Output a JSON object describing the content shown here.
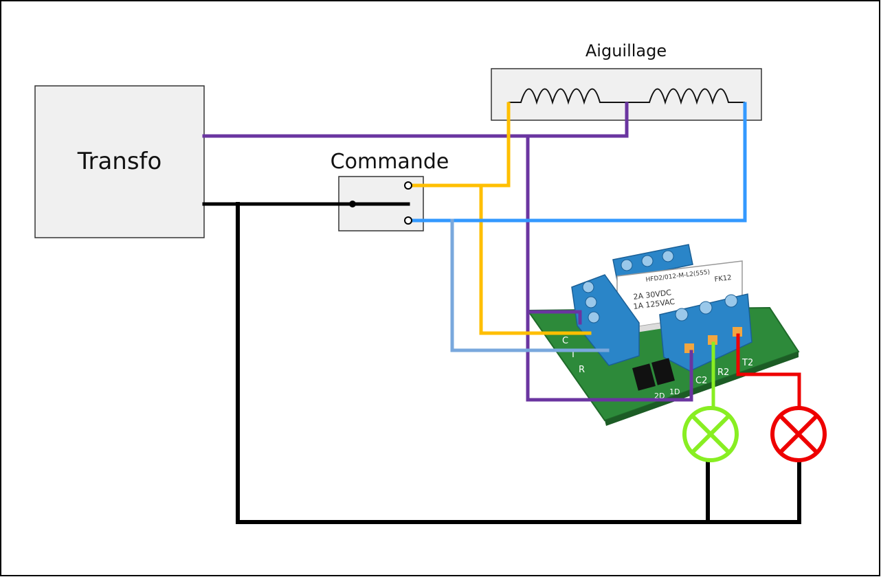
{
  "labels": {
    "transfo": "Transfo",
    "commande": "Commande",
    "aiguillage": "Aiguillage"
  },
  "relay": {
    "line1": "HFD2/012-M-L2(555)",
    "line2": "2A 30VDC",
    "line3": "1A 125VAC",
    "line4": "FK12"
  },
  "pcb_pins": {
    "c": "C",
    "t": "T",
    "r": "R",
    "c2": "C2",
    "r2": "R2",
    "t2": "T2",
    "d1": "1D",
    "d2": "2D"
  },
  "colors": {
    "purple": "#6a35a0",
    "yellow": "#ffbf00",
    "blue": "#3399ff",
    "light_blue": "#79a8dd",
    "black": "#000000",
    "green": "#88ee22",
    "red": "#ee0000",
    "box_fill": "#f0f0f0",
    "terminal_blue": "#2a85c8",
    "pcb_green": "#2d8a3a"
  },
  "icons": {
    "lamp_green": "lamp-icon",
    "lamp_red": "lamp-icon",
    "coil": "coil-icon",
    "switch": "switch-icon"
  }
}
